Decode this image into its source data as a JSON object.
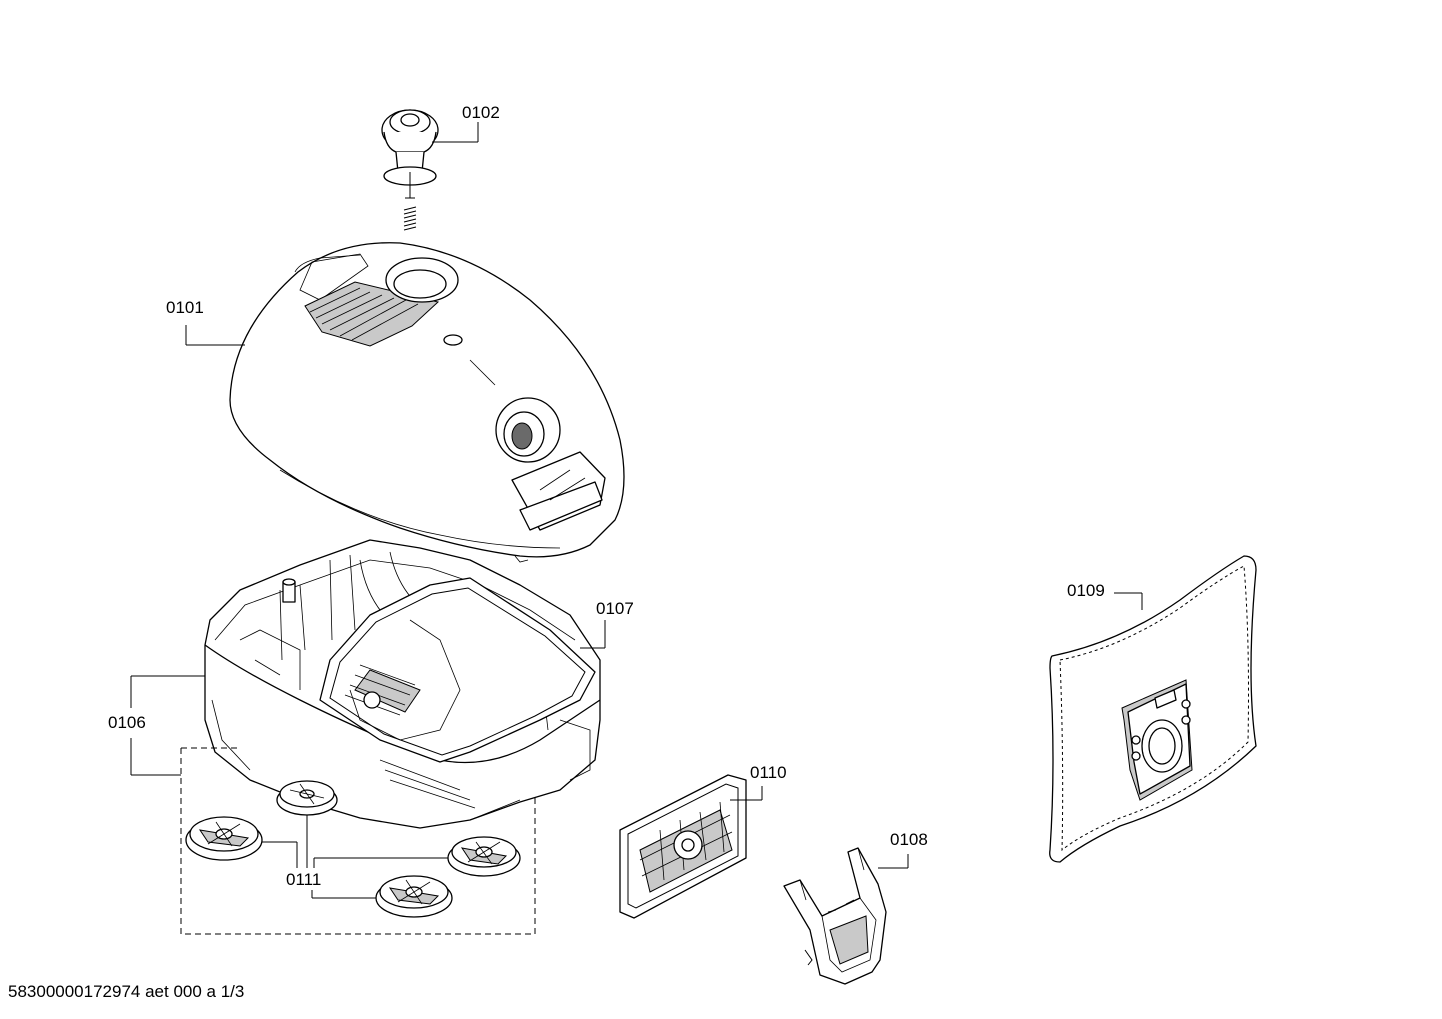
{
  "document": {
    "id": "58300000172974 aet 000 a 1/3"
  },
  "labels": {
    "p0101": "0101",
    "p0102": "0102",
    "p0106": "0106",
    "p0107": "0107",
    "p0108": "0108",
    "p0109": "0109",
    "p0110": "0110",
    "p0111": "0111"
  },
  "colors": {
    "line": "#000000",
    "background": "#ffffff",
    "shade": "#c9c9c9"
  }
}
